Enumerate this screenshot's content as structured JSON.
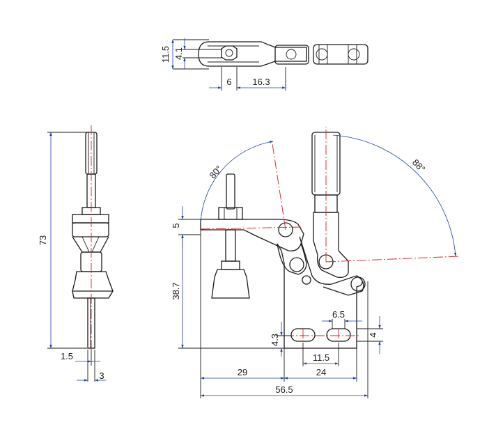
{
  "top_view": {
    "dims": {
      "height_overall": "11.5",
      "height_inner": "4.1",
      "width_a": "6",
      "width_b": "16.3"
    }
  },
  "side_view": {
    "dims": {
      "total_height": "73",
      "rod_offset": "1.5",
      "rod_width": "3"
    }
  },
  "front_view": {
    "dims": {
      "arm_height": "5",
      "pivot_height": "38.7",
      "reach": "29",
      "slot_span": "24",
      "total_width": "56.5",
      "slot_spacing": "11.5",
      "slot_length": "6.5",
      "slot_height": "4.3",
      "base_height": "4"
    },
    "angles": {
      "arm_open": "80°",
      "handle_open": "88°"
    }
  },
  "colors": {
    "dimension": "#1f3fae",
    "centerline": "#d42020",
    "outline": "#1a1a1a"
  }
}
